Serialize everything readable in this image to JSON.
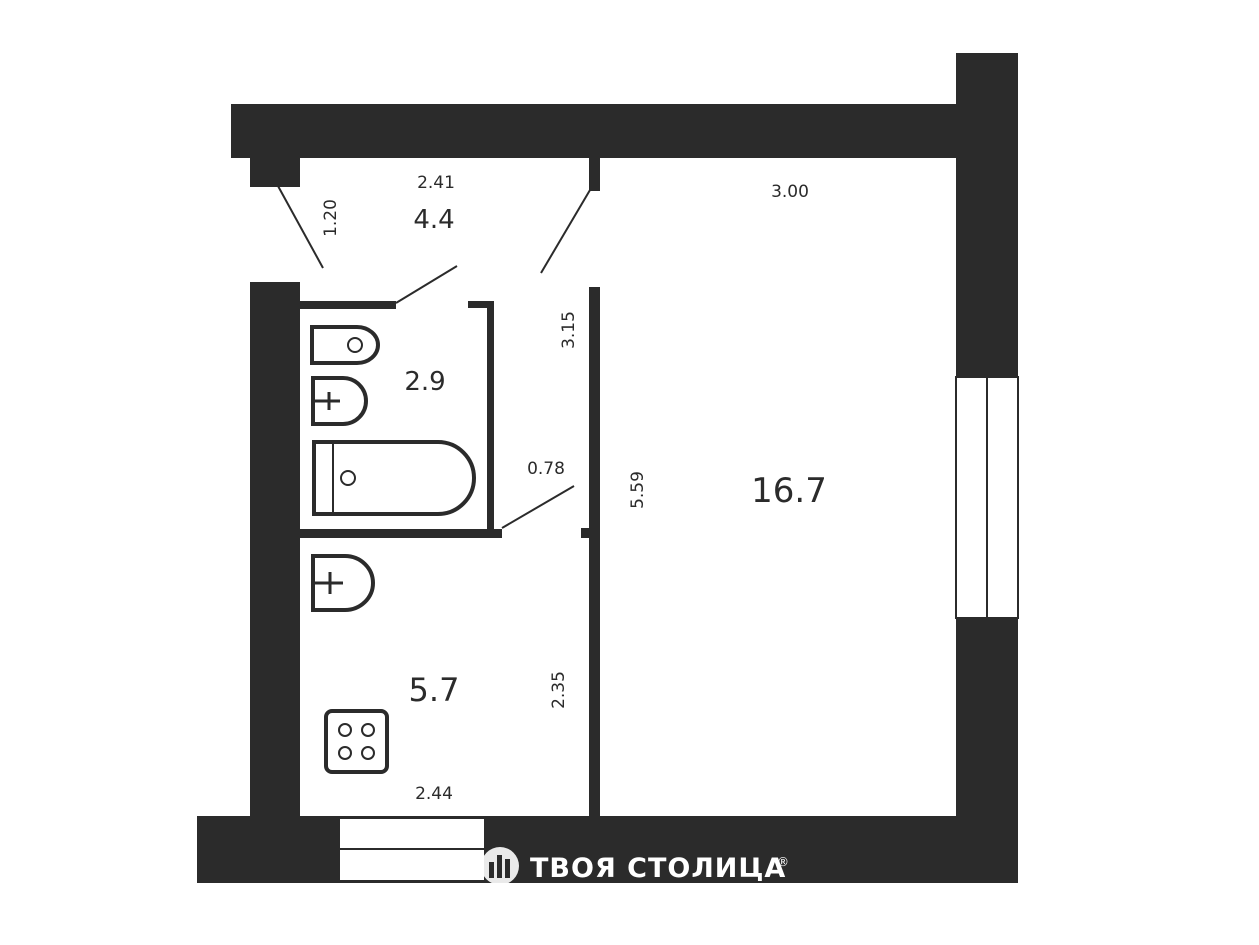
{
  "rooms": {
    "hall": {
      "area": "4.4"
    },
    "bathroom": {
      "area": "2.9"
    },
    "kitchen": {
      "area": "5.7"
    },
    "living_room": {
      "area": "16.7"
    }
  },
  "dimensions": {
    "hall_width": "2.41",
    "hall_depth": "1.20",
    "corridor_length": "3.15",
    "corridor_width": "0.78",
    "living_width": "3.00",
    "living_length": "5.59",
    "kitchen_length": "2.35",
    "kitchen_width": "2.44"
  },
  "watermark": {
    "text": "ТВОЯ СТОЛИЦА",
    "mark": "®"
  },
  "colors": {
    "wall": "#2b2b2b",
    "background": "#ffffff"
  },
  "icons": [
    "toilet-icon",
    "sink-icon",
    "bathtub-icon",
    "stove-icon",
    "watermark-logo-icon"
  ]
}
